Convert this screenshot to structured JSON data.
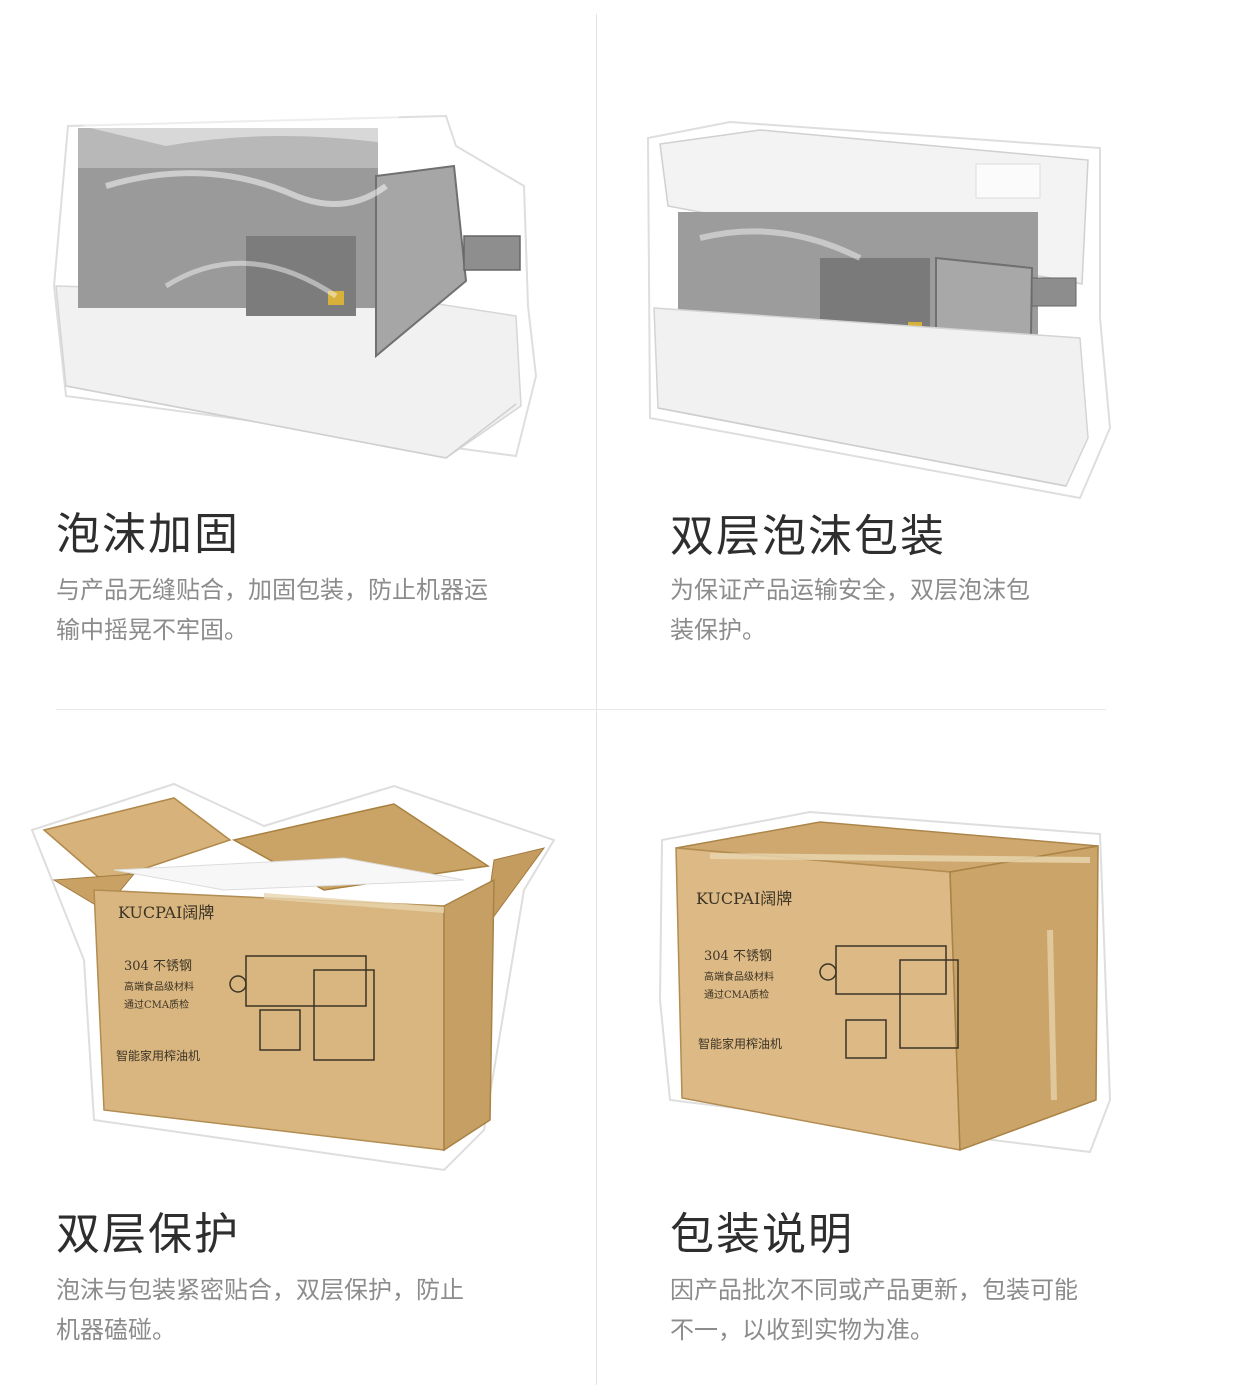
{
  "features": [
    {
      "title": "泡沫加固",
      "desc": "与产品无缝贴合，加固包装，防止机器运输中摇晃不牢固。"
    },
    {
      "title": "双层泡沫包装",
      "desc": "为保证产品运输安全，双层泡沫包装保护。"
    },
    {
      "title": "双层保护",
      "desc": "泡沫与包装紧密贴合，双层保护，防止机器磕碰。"
    },
    {
      "title": "包装说明",
      "desc": "因产品批次不同或产品更新，包装可能不一，以收到实物为准。"
    }
  ],
  "box_print": {
    "brand": "KUCPAI阔牌",
    "line1": "304 不锈钢",
    "line2": "高端食品级材料",
    "line3": "通过CMA质检",
    "product": "智能家用榨油机"
  }
}
